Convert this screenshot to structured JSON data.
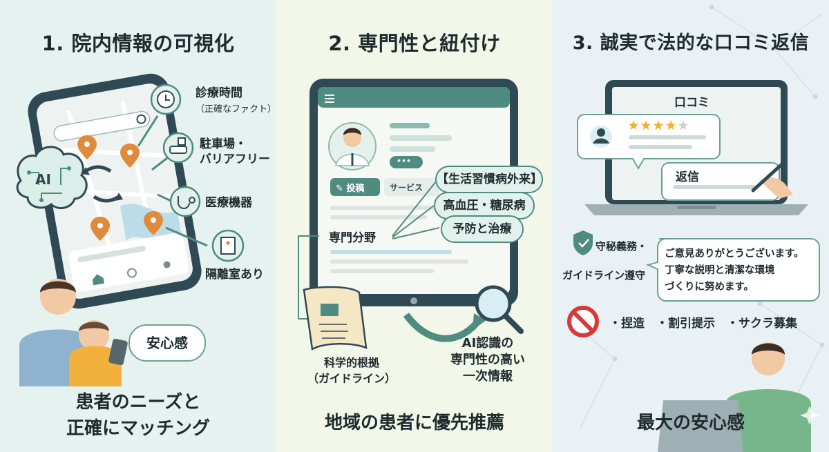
{
  "panel1": {
    "title": "1. 院内情報の可視化",
    "ai_label": "AI",
    "labels": {
      "hours": "診療時間",
      "hours_note": "（正確なファクト）",
      "parking_line1": "駐車場・",
      "parking_line2": "バリアフリー",
      "equipment": "医療機器",
      "isolation": "隔離室あり"
    },
    "bubble": "安心感",
    "footer_line1": "患者のニーズと",
    "footer_line2": "正確にマッチング"
  },
  "panel2": {
    "title": "2. 専門性と紐付け",
    "tab_post": "投稿",
    "tab_service": "サービス",
    "more": "•••",
    "specialty": "専門分野",
    "pill1": "【生活習慣病外来】",
    "pill2": "高血圧・糖尿病",
    "pill3": "予防と治療",
    "evidence_line1": "科学的根拠",
    "evidence_line2": "（ガイドライン）",
    "ai_line1": "AI認識の",
    "ai_line2": "専門性の高い",
    "ai_line3": "一次情報",
    "footer": "地域の患者に優先推薦"
  },
  "panel3": {
    "title": "3. 誠実で法的な口コミ返信",
    "review_header": "口コミ",
    "rating": 4,
    "rating_max": 5,
    "reply_label": "返信",
    "compliance_line1": "守秘義務・",
    "compliance_line2": "ガイドライン遵守",
    "reply_line1": "ご意見ありがとうございます。",
    "reply_line2": "丁寧な説明と清潔な環境",
    "reply_line3": "づくりに努めます。",
    "prohibited": "・捏造　・割引提示　・サクラ募集",
    "footer": "最大の安心感"
  },
  "colors": {
    "teal": "#4e8b80",
    "dark": "#2f4a55",
    "pin": "#e08a3c",
    "star": "#f2b134",
    "red": "#d83a3a"
  }
}
